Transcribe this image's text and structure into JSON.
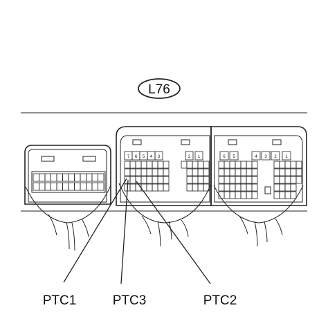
{
  "connector_id": "L76",
  "callouts": [
    {
      "id": "ptc1",
      "label": "PTC1"
    },
    {
      "id": "ptc3",
      "label": "PTC3"
    },
    {
      "id": "ptc2",
      "label": "PTC2"
    }
  ],
  "left_connector": {
    "top_pins": [
      "",
      "",
      "",
      "",
      "",
      "",
      "",
      "",
      "",
      "",
      "",
      ""
    ],
    "bottom_pins": [
      "",
      "",
      "",
      "",
      "",
      "",
      "",
      "",
      "",
      "",
      "",
      ""
    ]
  },
  "middle_connector": {
    "top_pins": [
      "7",
      "6",
      "5",
      "4",
      "3",
      "",
      "",
      "2",
      "1"
    ]
  },
  "right_connector": {
    "top_pins": [
      "6",
      "5",
      "",
      "4",
      "3",
      "2",
      "1"
    ]
  }
}
